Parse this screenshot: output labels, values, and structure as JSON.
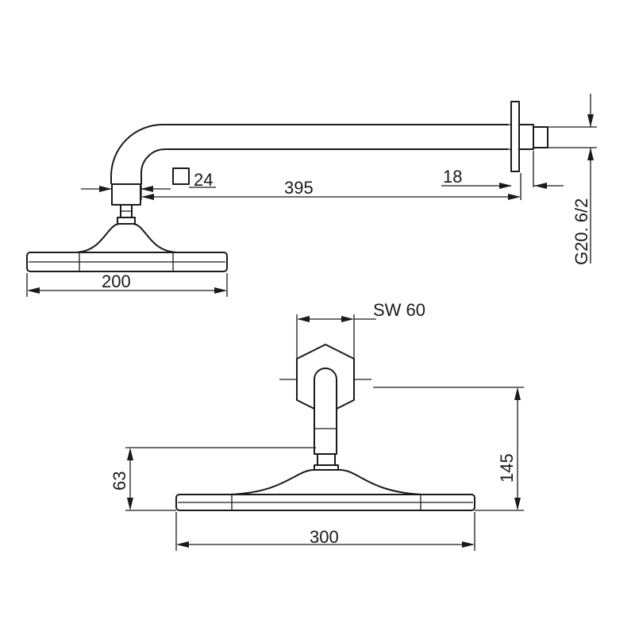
{
  "dimensions": {
    "d_200": "200",
    "d_395": "395",
    "d_24": "24",
    "d_18": "18",
    "d_thread": "G20. 6/2",
    "d_sw60": "SW 60",
    "d_300": "300",
    "d_145": "145",
    "d_63": "63"
  }
}
